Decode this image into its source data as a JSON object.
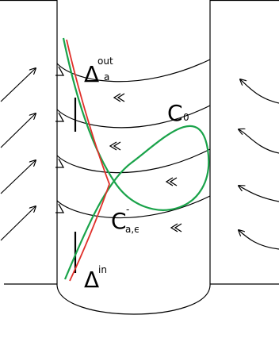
{
  "labels": {
    "delta_out_main": "Δ",
    "delta_out_sup": "out",
    "delta_out_sub": "a",
    "c0_main": "C",
    "c0_sub": "0",
    "cae_main": "C",
    "cae_sup": "-",
    "cae_sub": "a,ϵ",
    "delta_in_main": "Δ",
    "delta_in_sup": "in"
  },
  "colors": {
    "ink": "#000000",
    "green_curve": "#1aa34a",
    "red_curve": "#e0302a"
  }
}
